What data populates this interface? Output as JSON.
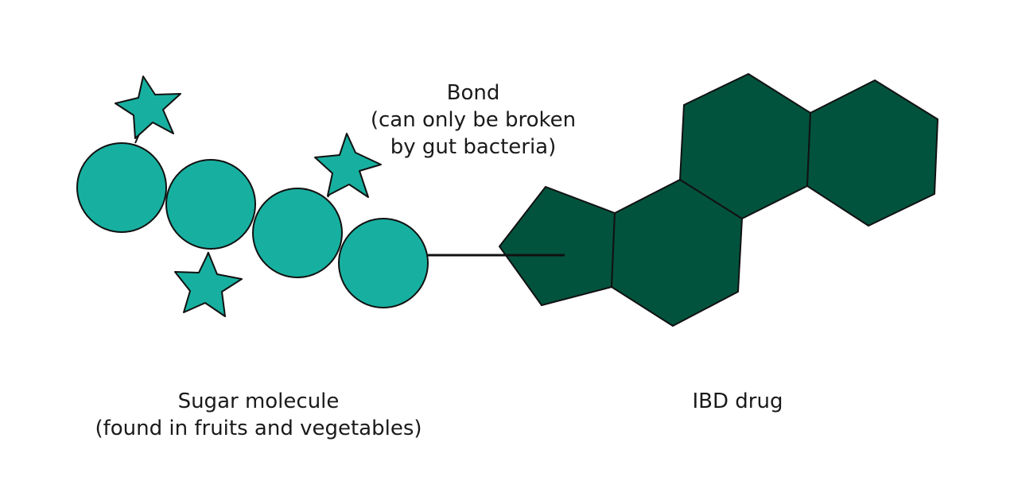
{
  "labels": {
    "bond": {
      "title": "Bond",
      "line2": "(can only be broken",
      "line3": "by gut bacteria)"
    },
    "sugar": {
      "title": "Sugar molecule",
      "line2": "(found in fruits and vegetables)"
    },
    "drug": {
      "title": "IBD drug"
    }
  },
  "colors": {
    "sugar_fill": "#17b0a0",
    "drug_fill": "#02533d",
    "outline": "#111111",
    "background": "#ffffff"
  }
}
